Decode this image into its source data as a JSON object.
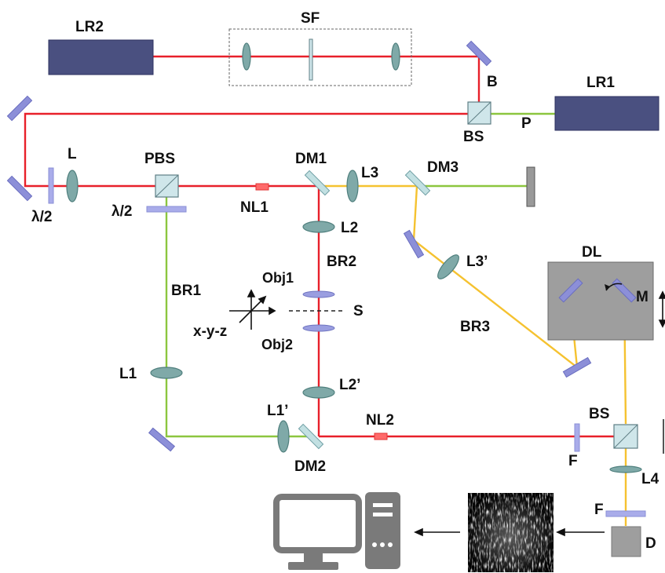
{
  "labels": {
    "lr2": "LR2",
    "sf": "SF",
    "b": "B",
    "lr1": "LR1",
    "bs_top": "BS",
    "p": "P",
    "l": "L",
    "lambda_left": "λ/2",
    "pbs": "PBS",
    "lambda_pbs": "λ/2",
    "nl1": "NL1",
    "dm1": "DM1",
    "l3": "L3",
    "dm3": "DM3",
    "l2": "L2",
    "br2": "BR2",
    "l3p": "L3’",
    "dl": "DL",
    "m": "M",
    "br1": "BR1",
    "obj1": "Obj1",
    "xyz": "x-y-z",
    "s": "S",
    "obj2": "Obj2",
    "br3": "BR3",
    "l1": "L1",
    "l2p": "L2’",
    "l1p": "L1’",
    "nl2": "NL2",
    "bs_bottom": "BS",
    "dm2": "DM2",
    "f_left": "F",
    "l4": "L4",
    "f_right": "F",
    "d": "D"
  },
  "beam_colors": {
    "red": "#e8202a",
    "green": "#8cc63f",
    "yellow": "#f5c230"
  },
  "icons": [
    "computer-icon",
    "speckle-image",
    "arrow-left-icon"
  ]
}
